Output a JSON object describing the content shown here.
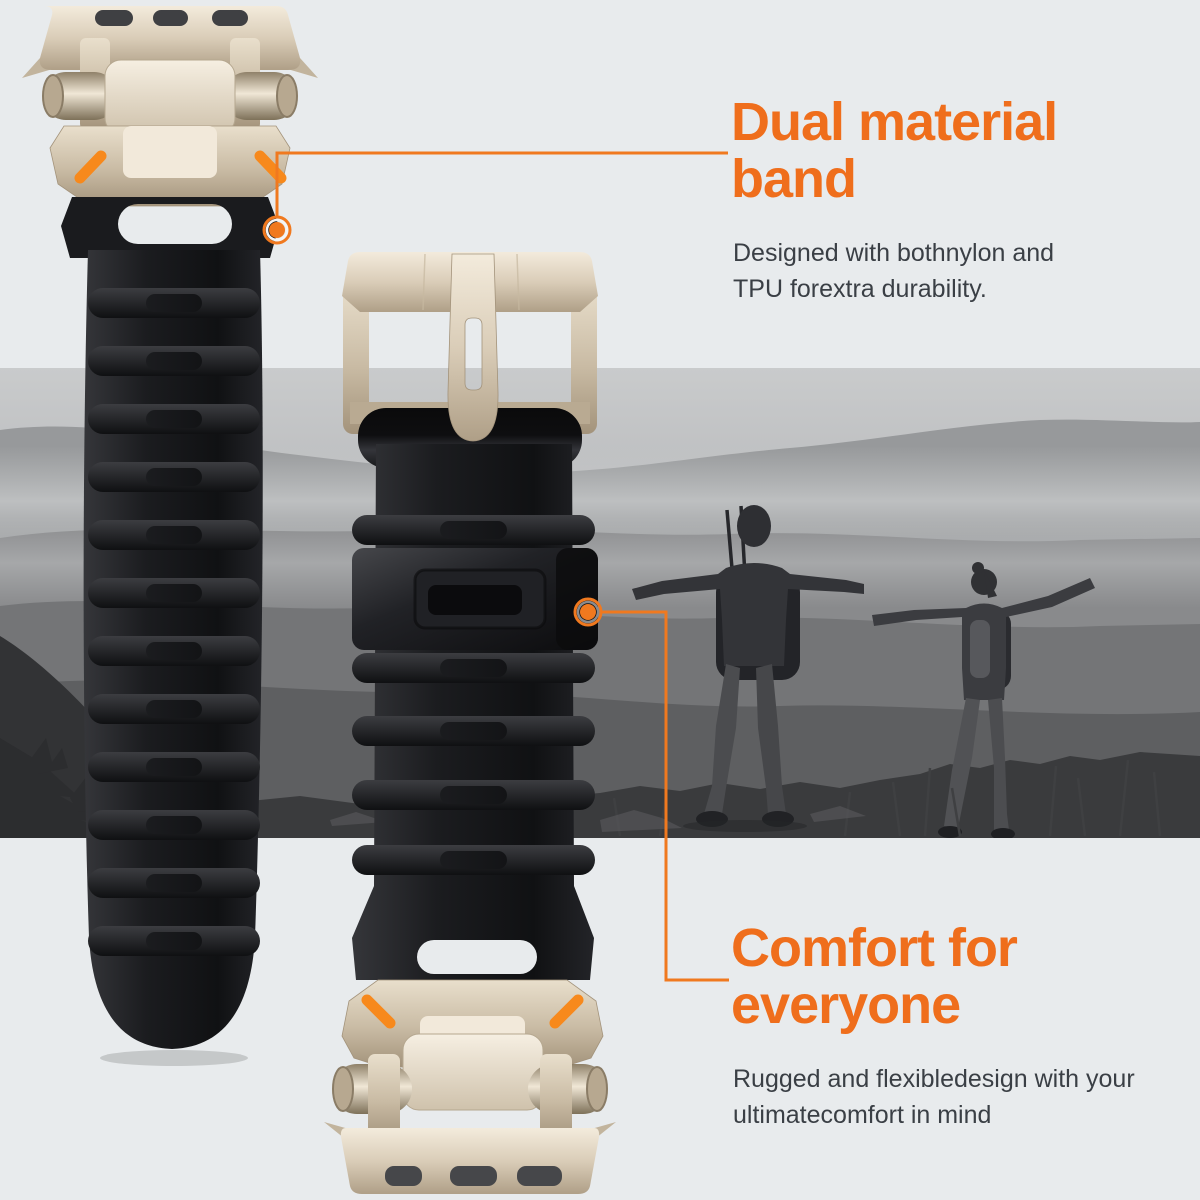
{
  "colors": {
    "background": "#E8EBED",
    "accent": "#EF6E1C",
    "callout_line": "#F0791F",
    "accent_dash": "#F7891C",
    "body_text": "#3A3F45"
  },
  "callouts": [
    {
      "id": "dual-material-band",
      "title": "Dual material\nband",
      "body": "Designed with bothnylon and\nTPU forextra durability."
    },
    {
      "id": "comfort-for-everyone",
      "title": "Comfort for\neveryone",
      "body": "Rugged and flexibledesign with your\nultimatecomfort in mind"
    }
  ]
}
